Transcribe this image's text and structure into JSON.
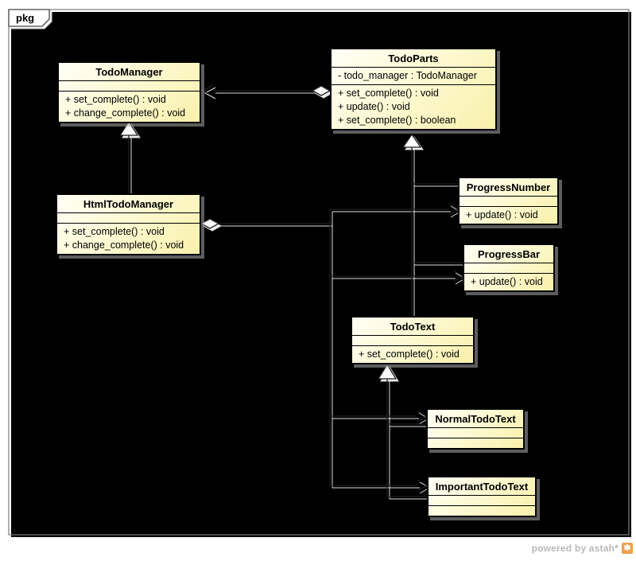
{
  "frame": {
    "label": "pkg"
  },
  "footer": {
    "credit": "powered by astah*",
    "logo_icon": "astah-logo"
  },
  "colors": {
    "class_fill": "#f9f0ab",
    "class_fill_light": "#fffff6",
    "class_border": "#000000",
    "connector": "#1f1f1f",
    "connector_shadow": "#dddddd",
    "frame_border": "#7d7d7d",
    "credit_text": "#b9b9b9",
    "logo_orange": "#f0a04b"
  },
  "classes": [
    {
      "name": "TodoManager",
      "attributes": [],
      "operations": [
        "+ set_complete() : void",
        "+ change_complete() : void"
      ]
    },
    {
      "name": "TodoParts",
      "attributes": [
        "- todo_manager : TodoManager"
      ],
      "operations": [
        "+ set_complete() : void",
        "+ update() : void",
        "+ set_complete() : boolean"
      ]
    },
    {
      "name": "HtmlTodoManager",
      "attributes": [],
      "operations": [
        "+ set_complete() : void",
        "+ change_complete() : void"
      ]
    },
    {
      "name": "ProgressNumber",
      "attributes": [],
      "operations": [
        "+ update() : void"
      ]
    },
    {
      "name": "ProgressBar",
      "attributes": [],
      "operations": [
        "+ update() : void"
      ]
    },
    {
      "name": "TodoText",
      "attributes": [],
      "operations": [
        "+ set_complete() : void"
      ]
    },
    {
      "name": "NormalTodoText",
      "attributes": [],
      "operations": []
    },
    {
      "name": "ImportantTodoText",
      "attributes": [],
      "operations": []
    }
  ],
  "relationships": [
    {
      "type": "aggregation-association",
      "from": "TodoParts",
      "to": "TodoManager"
    },
    {
      "type": "generalization",
      "from": "HtmlTodoManager",
      "to": "TodoManager"
    },
    {
      "type": "generalization",
      "from": "ProgressNumber",
      "to": "TodoParts"
    },
    {
      "type": "generalization",
      "from": "ProgressBar",
      "to": "TodoParts"
    },
    {
      "type": "generalization",
      "from": "TodoText",
      "to": "TodoParts"
    },
    {
      "type": "aggregation-association",
      "from": "HtmlTodoManager",
      "to": "ProgressNumber"
    },
    {
      "type": "aggregation-association",
      "from": "HtmlTodoManager",
      "to": "ProgressBar"
    },
    {
      "type": "aggregation-association",
      "from": "HtmlTodoManager",
      "to": "NormalTodoText"
    },
    {
      "type": "aggregation-association",
      "from": "HtmlTodoManager",
      "to": "ImportantTodoText"
    },
    {
      "type": "generalization",
      "from": "NormalTodoText",
      "to": "TodoText"
    },
    {
      "type": "generalization",
      "from": "ImportantTodoText",
      "to": "TodoText"
    }
  ]
}
